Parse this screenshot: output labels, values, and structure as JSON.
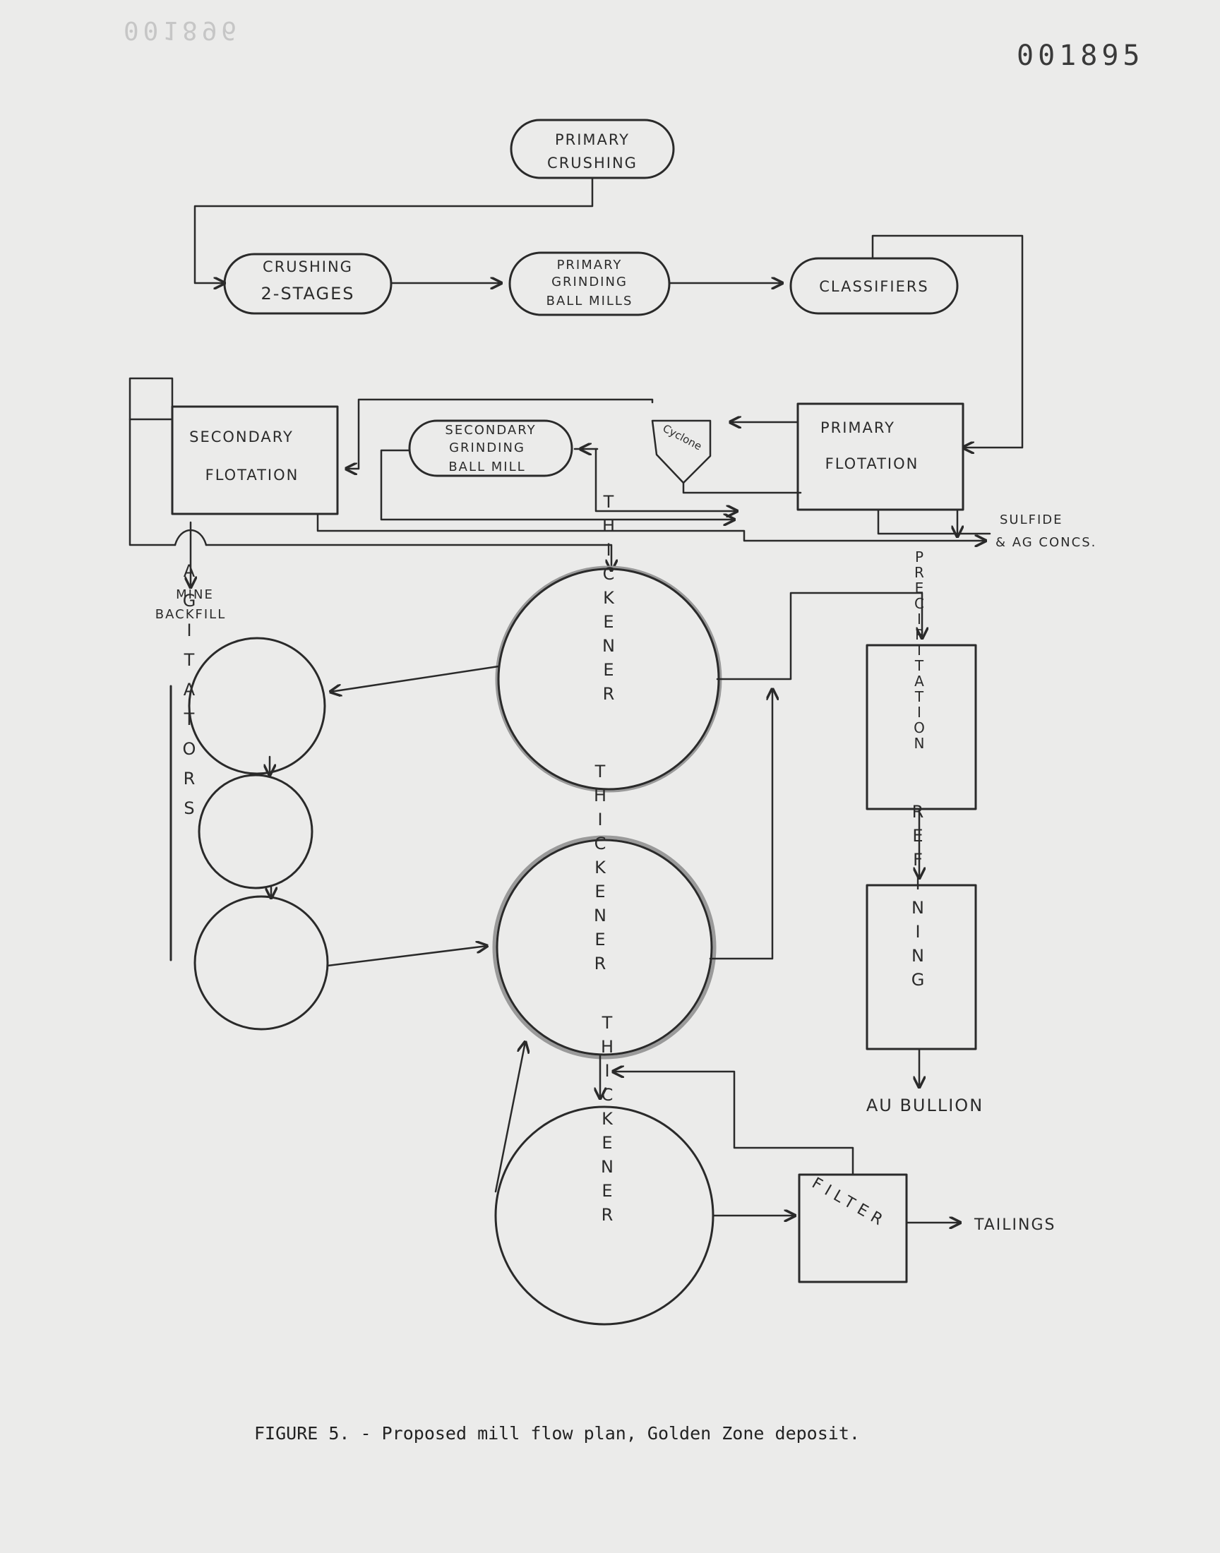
{
  "document": {
    "number": "001895",
    "ghost_number": "001896"
  },
  "nodes": {
    "primary_crushing": [
      "PRIMARY",
      "CRUSHING"
    ],
    "crushing_stages": [
      "CRUSHING",
      "2-STAGES"
    ],
    "primary_grinding": [
      "PRIMARY",
      "GRINDING",
      "BALL MILLS"
    ],
    "classifiers": "CLASSIFIERS",
    "primary_flotation": [
      "PRIMARY",
      "FLOTATION"
    ],
    "secondary_grinding": [
      "SECONDARY",
      "GRINDING",
      "BALL MILL"
    ],
    "cyclone": "Cyclone",
    "secondary_flotation": [
      "SECONDARY",
      "FLOTATION"
    ],
    "sulfide_concs": [
      "SULFIDE",
      "& AG CONCS."
    ],
    "mine_backfill": [
      "MINE",
      "BACKFILL"
    ],
    "agitators": "AGITATORS",
    "thickener": "THICKENER",
    "precipitation": "PRECIPITATION",
    "refining": "REFINING",
    "au_bullion": "AU BULLION",
    "filter": "FILTER",
    "tailings": "TAILINGS"
  },
  "caption": "FIGURE 5. - Proposed mill flow plan, Golden Zone deposit."
}
